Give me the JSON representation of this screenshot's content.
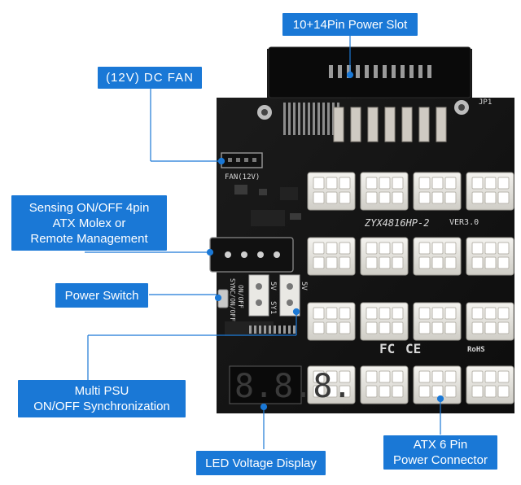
{
  "callouts": {
    "power_slot": "10+14Pin Power Slot",
    "dc_fan": "(12V) DC FAN",
    "sensing": [
      "Sensing ON/OFF 4pin",
      "ATX Molex or",
      "Remote Management"
    ],
    "power_switch": "Power Switch",
    "multi_psu": [
      "Multi PSU",
      "ON/OFF Synchronization"
    ],
    "led_display": "LED Voltage Display",
    "atx_connector": [
      "ATX 6 Pin",
      "Power Connector"
    ]
  },
  "board": {
    "model": "ZYX4816HP-2",
    "version": "VER3.0",
    "jp1": "JP1",
    "fan_label": "FAN(12V)",
    "display_digits": "8.8.8.",
    "fc_mark": "FC",
    "ce_mark": "CE",
    "rohs_mark": "RoHS",
    "sync_label_1": "5V",
    "sync_label_2": "SY1",
    "sync_label_3": "5V",
    "remote_label": "SYNC/ON/OFF",
    "onoff_label": "ON/OFF"
  },
  "colors": {
    "callout_blue": "#1a78d6",
    "board_black": "#151515",
    "connector_white": "#eceae4"
  }
}
